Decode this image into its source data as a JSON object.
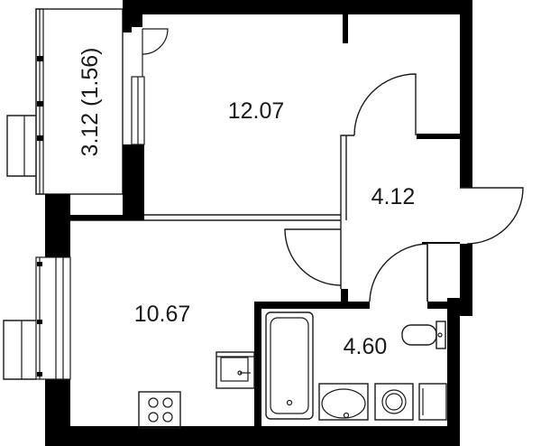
{
  "rooms": {
    "balcony": {
      "label": "3.12 (1.56)"
    },
    "bedroom": {
      "label": "12.07"
    },
    "hall": {
      "label": "4.12"
    },
    "living_kitchen": {
      "label": "10.67"
    },
    "bathroom": {
      "label": "4.60"
    }
  }
}
